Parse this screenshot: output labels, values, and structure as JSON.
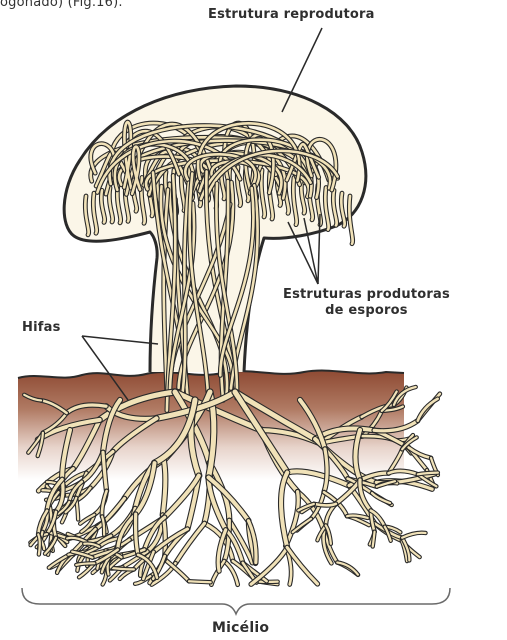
{
  "caption_fragment": "ogonado) (Fig.16).",
  "labels": {
    "reproductive_structure": "Estrutura reprodutora",
    "spore_structures_line1": "Estruturas produtoras",
    "spore_structures_line2": "de esporos",
    "hyphae": "Hifas",
    "mycelium": "Micélio"
  },
  "colors": {
    "hypha_fill": "#f1e2b8",
    "outline": "#2a2a2a",
    "soil_top": "#8e4a33",
    "soil_mid": "#c69a86",
    "soil_bottom": "#ffffff",
    "cap_fill": "#fbf6e8"
  }
}
